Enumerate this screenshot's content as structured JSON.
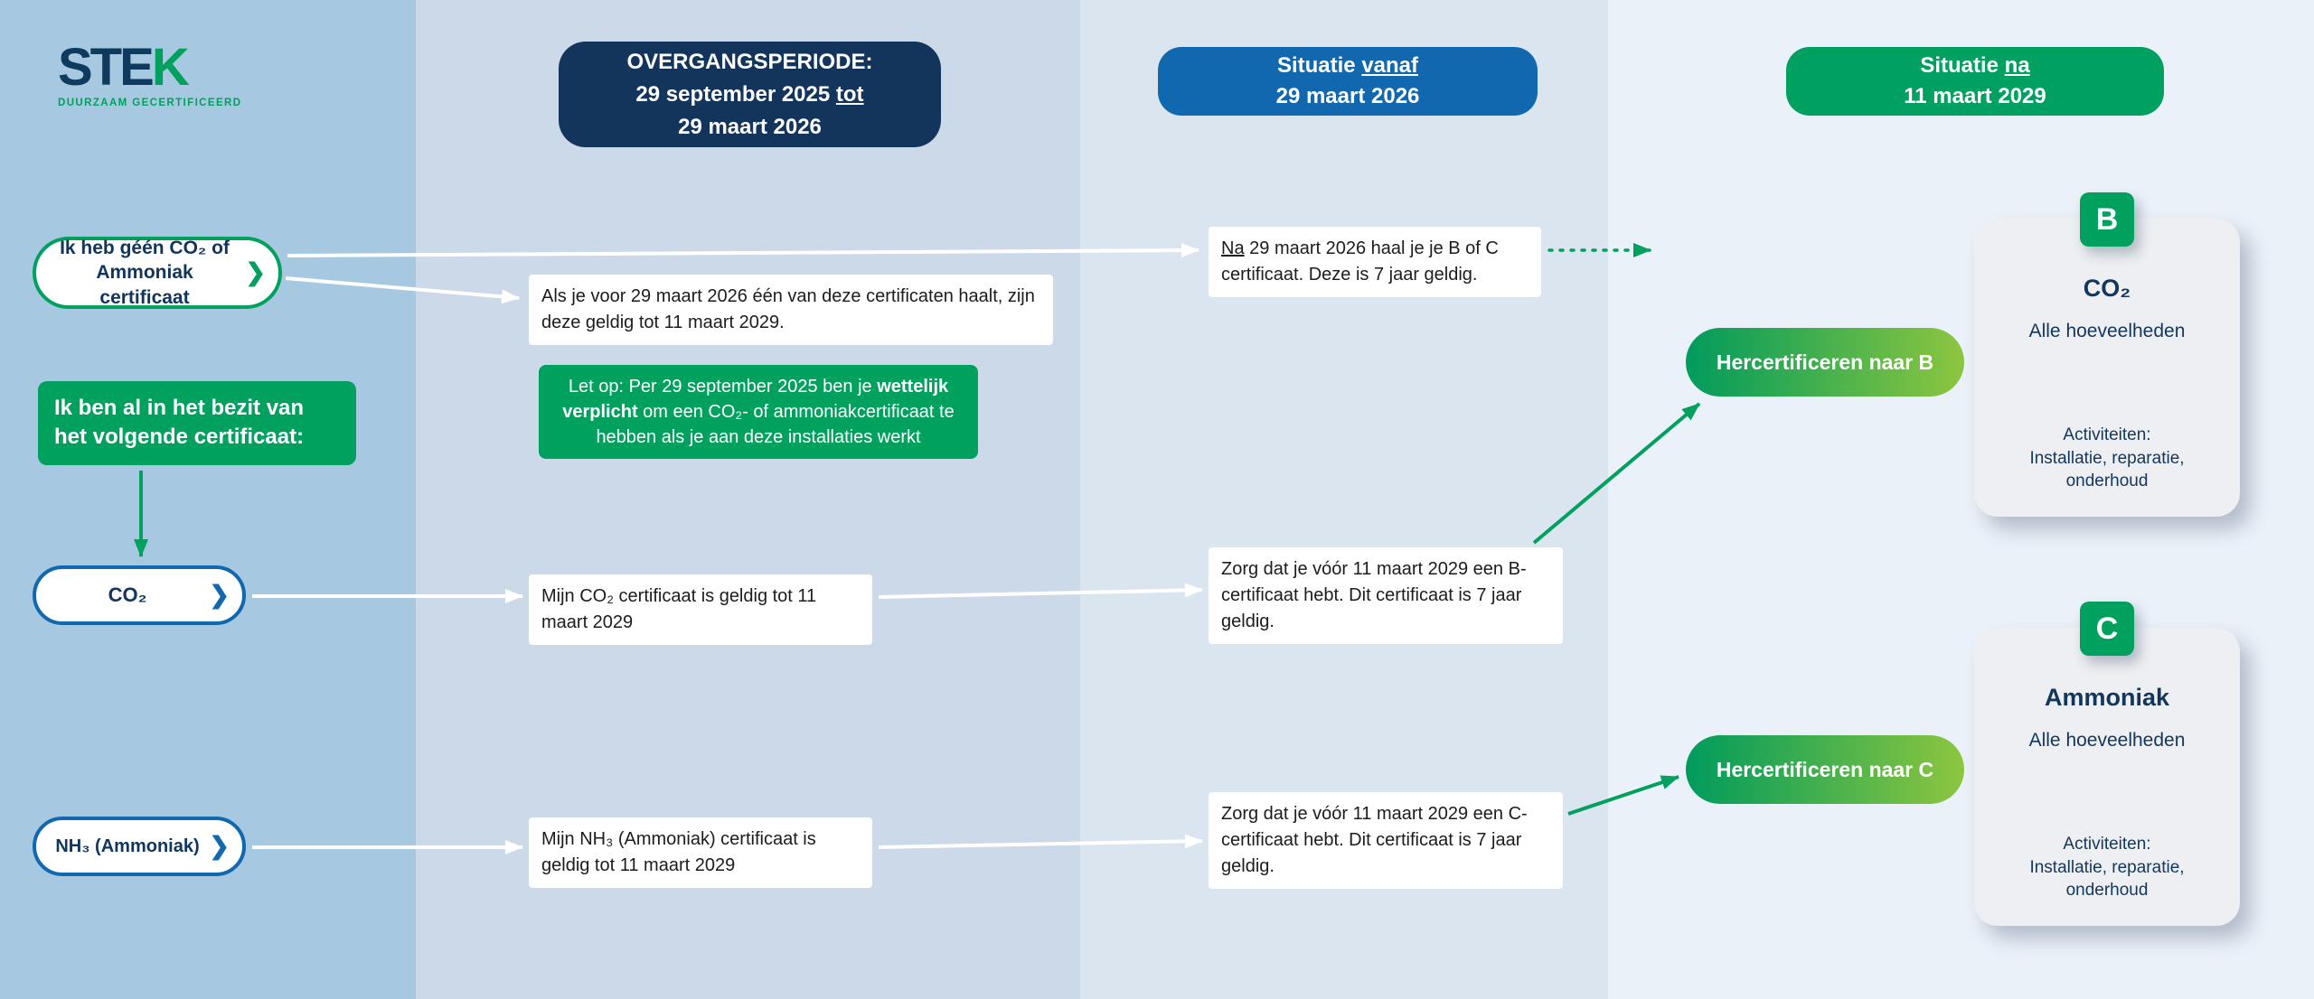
{
  "logo": {
    "name_pre": "STE",
    "name_accent": "K",
    "tagline": "DUURZAAM GECERTIFICEERD"
  },
  "headers": {
    "transition": {
      "line1": "OVERGANGSPERIODE:",
      "line2_pre": "29 september 2025 ",
      "line2_underline": "tot",
      "line3": "29 maart 2026"
    },
    "from": {
      "line1_pre": "Situatie ",
      "line1_underline": "vanaf",
      "line2": "29 maart 2026"
    },
    "after": {
      "line1_pre": "Situatie ",
      "line1_underline": "na",
      "line2": "11 maart 2029"
    }
  },
  "icons": {
    "chevron_right": "❯"
  },
  "left": {
    "no_certificate_pill": "Ik heb géén CO₂ of Ammoniak certificaat",
    "own_certificate_box": "Ik ben al in het bezit van het volgende certificaat:",
    "co2_pill": "CO₂",
    "nh3_pill": "NH₃ (Ammoniak)"
  },
  "transition_column": {
    "validity_note": "Als je voor 29 maart 2026 één van deze certificaten haalt, zijn deze geldig tot 11 maart 2029.",
    "warning_pre": "Let op: Per 29 september 2025 ben je ",
    "warning_bold": "wettelijk verplicht",
    "warning_post": " om een CO₂- of ammoniakcertificaat te hebben als je aan deze installaties werkt",
    "co2_valid_note": "Mijn CO₂ certificaat is geldig tot 11 maart 2029",
    "nh3_valid_note": "Mijn NH₃ (Ammoniak) certificaat is geldig tot 11 maart 2029"
  },
  "from_column": {
    "bc_underline": "Na",
    "bc_rest": " 29 maart 2026 haal je je B of C certificaat. Deze is 7 jaar geldig.",
    "b_note": "Zorg dat je vóór 11 maart 2029 een B-certificaat hebt. Dit certificaat is 7 jaar geldig.",
    "c_note": "Zorg dat je vóór 11 maart 2029 een C-certificaat hebt. Dit certificaat is 7 jaar geldig."
  },
  "after_column": {
    "recert_b": "Hercertificeren naar B",
    "recert_c": "Hercertificeren naar C",
    "card_b": {
      "badge": "B",
      "title": "CO₂",
      "subtitle": "Alle hoeveelheden",
      "activities_label": "Activiteiten:",
      "activities": "Installatie, reparatie, onderhoud"
    },
    "card_c": {
      "badge": "C",
      "title": "Ammoniak",
      "subtitle": "Alle hoeveelheden",
      "activities_label": "Activiteiten:",
      "activities": "Installatie, reparatie, onderhoud"
    }
  },
  "colors": {
    "green": "#00a05e",
    "green_light": "#8dc63f",
    "blue": "#1268ae",
    "navy": "#13355c"
  }
}
